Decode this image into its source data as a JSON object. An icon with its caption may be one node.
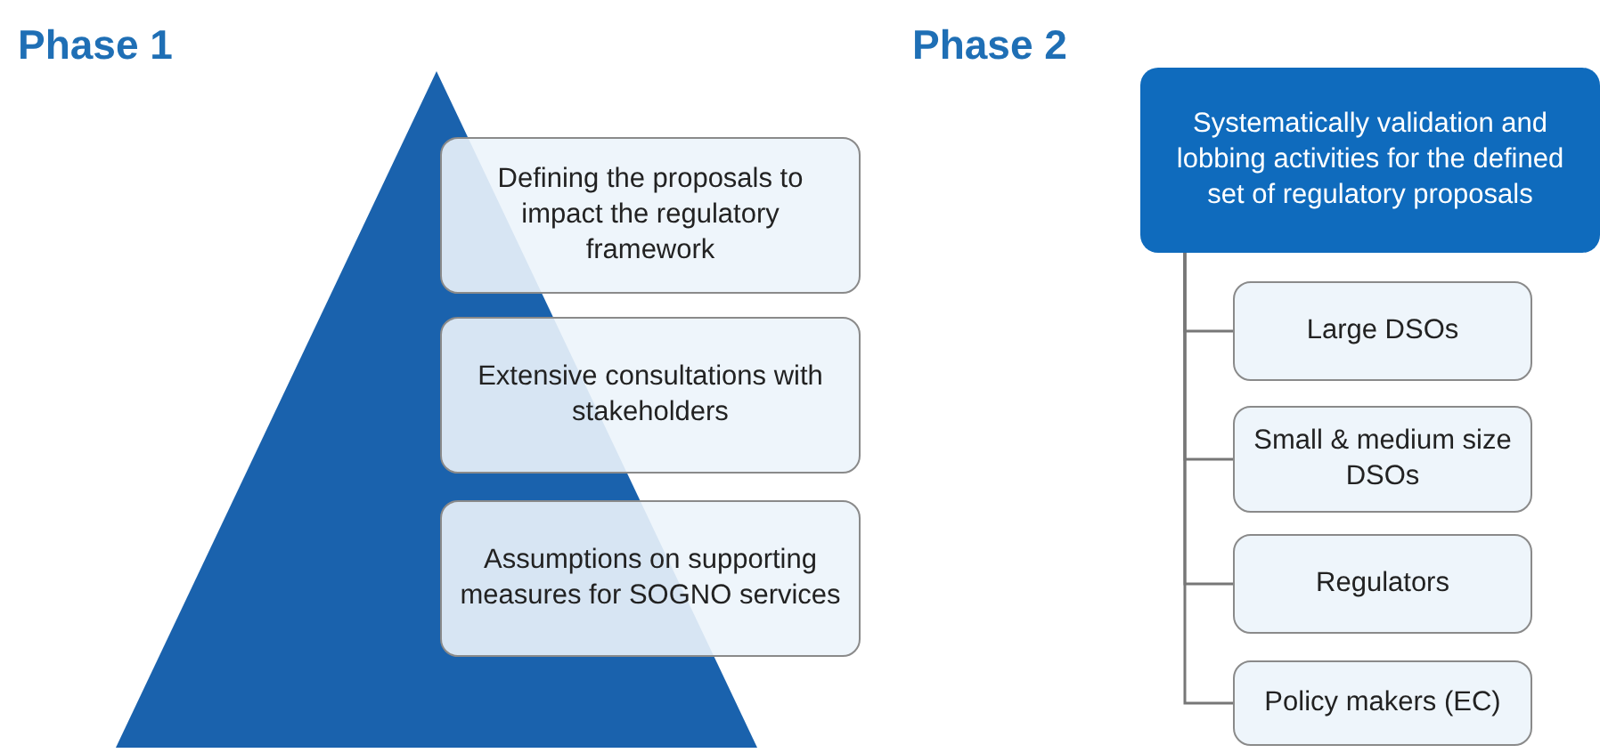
{
  "diagram": {
    "nodes": [
      {
        "text": [
          "Defining the proposals to impact the regulatory framework"
        ]
      },
      {
        "text": [
          "Extensive consultations with stakeholders"
        ]
      },
      {
        "text": [
          "Assumptions on supporting measures for SOGNO services"
        ]
      },
      {
        "text": [
          "Systematically validation and lobbing activities for the defined set of regulatory proposals"
        ]
      },
      {
        "text": [
          "Large DSOs"
        ]
      },
      {
        "text": [
          "Small & medium size DSOs"
        ]
      },
      {
        "text": [
          "Regulators"
        ]
      },
      {
        "text": [
          "Policy makers (EC)"
        ]
      }
    ],
    "edges": [
      {
        "from": 3,
        "to": 4,
        "arrow": "none"
      },
      {
        "from": 3,
        "to": 5,
        "arrow": "none"
      },
      {
        "from": 3,
        "to": 6,
        "arrow": "none"
      },
      {
        "from": 3,
        "to": 7,
        "arrow": "none"
      }
    ],
    "labels": [
      "Phase 1",
      "Phase 2"
    ]
  }
}
